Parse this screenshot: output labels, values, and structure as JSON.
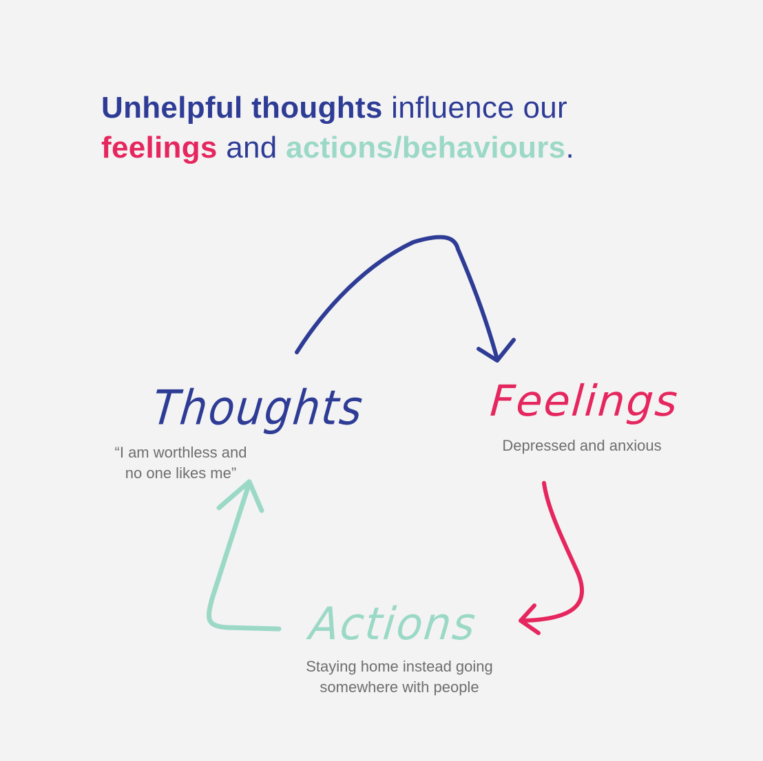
{
  "headline": {
    "part1": "Unhelpful thoughts",
    "part2": " influence our",
    "part3": "feelings",
    "part4": " and ",
    "part5": "actions/behaviours",
    "part6": "."
  },
  "nodes": {
    "thoughts": {
      "label": "Thoughts",
      "caption_line1": "“I am worthless and",
      "caption_line2": "no one likes me”"
    },
    "feelings": {
      "label": "Feelings",
      "caption_line1": "Depressed and anxious"
    },
    "actions": {
      "label": "Actions",
      "caption_line1": "Staying home instead going",
      "caption_line2": "somewhere with people"
    }
  },
  "colors": {
    "thoughts": "#2e3c96",
    "feelings": "#e6265e",
    "actions": "#9bd9c6",
    "caption": "#6e6e6e",
    "background": "#f3f3f3"
  }
}
